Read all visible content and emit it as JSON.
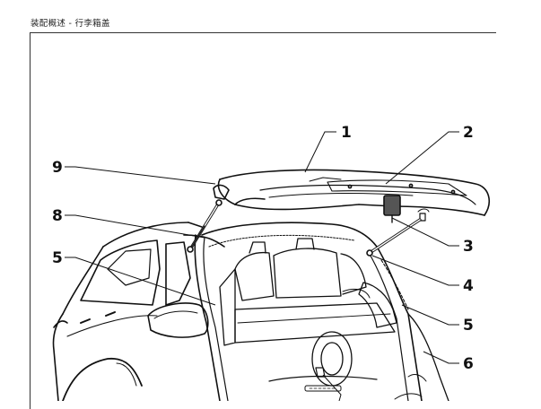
{
  "header": {
    "title": "装配概述 - 行李箱盖"
  },
  "figure": {
    "callouts": [
      {
        "id": "c1",
        "label": "1"
      },
      {
        "id": "c2",
        "label": "2"
      },
      {
        "id": "c3",
        "label": "3"
      },
      {
        "id": "c4",
        "label": "4"
      },
      {
        "id": "c5r",
        "label": "5"
      },
      {
        "id": "c6",
        "label": "6"
      },
      {
        "id": "c5l",
        "label": "5"
      },
      {
        "id": "c8",
        "label": "8"
      },
      {
        "id": "c9",
        "label": "9"
      }
    ]
  }
}
